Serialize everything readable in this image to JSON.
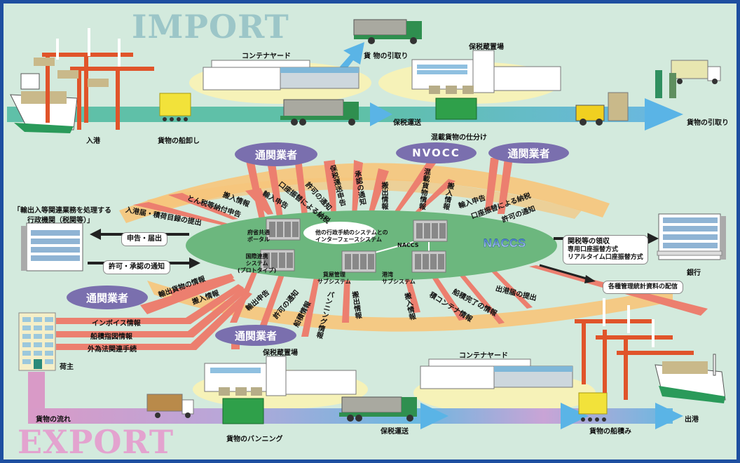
{
  "titles": {
    "import": "IMPORT",
    "export": "EXPORT"
  },
  "colors": {
    "background": "#d3eadd",
    "border": "#1e4fa0",
    "import_title": "#9cc6c8",
    "export_title": "#e3a3cf",
    "ellipse_green": "#6cb77e",
    "agent_purple": "#7a6fae",
    "info_orange": "#f7c57a",
    "info_red": "#ec7f6f",
    "import_flow": "#5fc0a8",
    "arrow_blue": "#5ab4e6",
    "export_flow": "#d99ac7"
  },
  "import": {
    "stages": [
      {
        "id": "port-entry",
        "label": "入港"
      },
      {
        "id": "unloading",
        "label": "貨物の船卸し"
      },
      {
        "id": "container-yard",
        "label": "コンテナヤード"
      },
      {
        "id": "pickup-top",
        "label": "貨 物の引取り"
      },
      {
        "id": "bonded-warehouse",
        "label": "保税蔵置場"
      },
      {
        "id": "bonded-transport",
        "label": "保税運送"
      },
      {
        "id": "sorting",
        "label": "混載貨物の仕分け"
      },
      {
        "id": "pickup-right",
        "label": "貨物の引取り"
      }
    ]
  },
  "export": {
    "stages": [
      {
        "id": "shipper",
        "label": "荷主"
      },
      {
        "id": "cargo-flow",
        "label": "貨物の流れ"
      },
      {
        "id": "bonded-warehouse",
        "label": "保税蔵置場"
      },
      {
        "id": "vanning",
        "label": "貨物のバンニング"
      },
      {
        "id": "bonded-transport",
        "label": "保税運送"
      },
      {
        "id": "container-yard",
        "label": "コンテナヤード"
      },
      {
        "id": "loading",
        "label": "貨物の船積み"
      },
      {
        "id": "departure",
        "label": "出港"
      }
    ]
  },
  "actors": {
    "broker_top_left": "通関業者",
    "nvocc": "NVOCC",
    "broker_top_right": "通関業者",
    "broker_left": "通関業者",
    "broker_bottom": "通関業者"
  },
  "customs": {
    "name": "「輸出入等関連業務を処理する\n行政機関（税関等）」",
    "line1": "「輸出入等関連業務を処理する",
    "line2": "行政機関（税関等）」",
    "declare": "申告・届出",
    "permit": "許可・承認の通知"
  },
  "bank": {
    "name": "銀行",
    "collection_title": "関税等の領収",
    "method1": "専用口座振替方式",
    "method2": "リアルタイム口座振替方式",
    "statistics": "各種管理統計資料の配信"
  },
  "naccs": {
    "logo": "NACCS",
    "servers": {
      "portal": "府省共通\nポータル",
      "portal_l1": "府省共通",
      "portal_l2": "ポータル",
      "intl_l1": "国際連携",
      "intl_l2": "システム",
      "intl_l3": "(プロトタイプ)",
      "interface_l1": "他の行政手続のシステムとの",
      "interface_l2": "インターフェースシステム",
      "core": "NACCS",
      "cargo_l1": "貨屋管理",
      "cargo_l2": "サブシステム",
      "port_l1": "港湾",
      "port_l2": "サブシステム"
    }
  },
  "import_messages": {
    "port_entry": "入港届・積荷目録の提出",
    "tonnage_tax": "とん税等納付申告",
    "carry_in_left": "搬入情報",
    "import_decl_left": "輸入申告",
    "account_tax_left": "口座振替による納税",
    "permit_left": "許可の通知",
    "bonded_transport_decl": "保税運送申告",
    "approval": "承認の通知",
    "carry_out": "搬出情報",
    "consolidated_cargo": "混載貨物情報",
    "carry_in_right": "搬入情報",
    "import_decl_right": "輸入申告",
    "account_tax_right": "口座振替による納税",
    "permit_right": "許可の通知"
  },
  "export_messages": {
    "export_cargo_info": "輸出貨物の情報",
    "carry_in_left": "搬入情報",
    "export_decl": "輸出申告",
    "permit": "許可の通知",
    "loading_info": "船積情報",
    "vanning_info": "バンニング情報",
    "carry_out": "搬出情報",
    "carry_in": "搬入情報",
    "container_info": "積コンテナ情報",
    "loading_complete": "船積完了の情報",
    "departure_notice": "出港届の提出",
    "invoice": "インボイス情報",
    "shipping_instruction": "船積指図情報",
    "forex": "外為法関連手続"
  }
}
